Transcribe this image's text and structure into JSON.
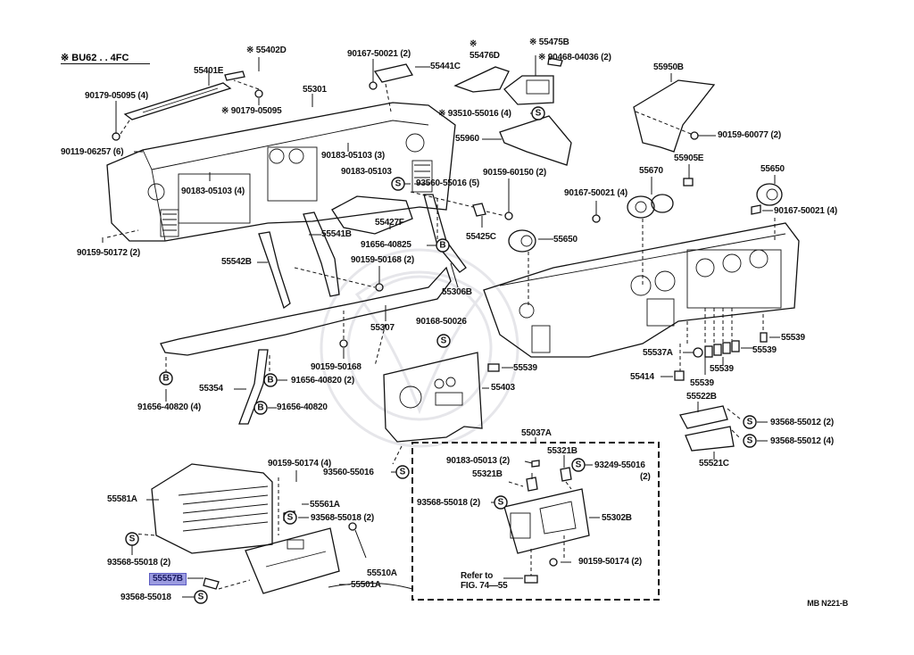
{
  "diagram": {
    "header_note": "※ BU62 . . 4FC",
    "figure_code": "MB N221-B",
    "highlighted_part": "55557B",
    "labels": [
      {
        "id": "l-55402d",
        "text": "※ 55402D"
      },
      {
        "id": "l-55401e",
        "text": "55401E"
      },
      {
        "id": "l-90179-05095-4",
        "text": "90179-05095 (4)"
      },
      {
        "id": "l-90179-05095",
        "text": "※ 90179-05095"
      },
      {
        "id": "l-90119-06257",
        "text": "90119-06257 (6)"
      },
      {
        "id": "l-55301",
        "text": "55301"
      },
      {
        "id": "l-90183-05103-3",
        "text": "90183-05103 (3)"
      },
      {
        "id": "l-90183-05103-4",
        "text": "90183-05103 (4)"
      },
      {
        "id": "l-90183-05103",
        "text": "90183-05103"
      },
      {
        "id": "l-90159-50172",
        "text": "90159-50172 (2)"
      },
      {
        "id": "l-90167-50021-2",
        "text": "90167-50021 (2)"
      },
      {
        "id": "l-55441c",
        "text": "55441C"
      },
      {
        "id": "l-55476d-mark",
        "text": "※"
      },
      {
        "id": "l-55476d",
        "text": "55476D"
      },
      {
        "id": "l-55475b",
        "text": "※ 55475B"
      },
      {
        "id": "l-90468-04036",
        "text": "※ 90468-04036 (2)"
      },
      {
        "id": "l-93510-55016",
        "text": "※ 93510-55016 (4)"
      },
      {
        "id": "l-55960",
        "text": "55960"
      },
      {
        "id": "l-55950b",
        "text": "55950B"
      },
      {
        "id": "l-90159-60077",
        "text": "90159-60077 (2)"
      },
      {
        "id": "l-55905e",
        "text": "55905E"
      },
      {
        "id": "l-55670",
        "text": "55670"
      },
      {
        "id": "l-55650-top",
        "text": "55650"
      },
      {
        "id": "l-90167-50021-4a",
        "text": "90167-50021 (4)"
      },
      {
        "id": "l-90167-50021-4b",
        "text": "90167-50021 (4)"
      },
      {
        "id": "l-93560-55016-5",
        "text": "93560-55016 (5)"
      },
      {
        "id": "l-90159-60150",
        "text": "90159-60150 (2)"
      },
      {
        "id": "l-55427f",
        "text": "55427F"
      },
      {
        "id": "l-55541b",
        "text": "55541B"
      },
      {
        "id": "l-91656-40825",
        "text": "91656-40825"
      },
      {
        "id": "l-90159-50168-2",
        "text": "90159-50168 (2)"
      },
      {
        "id": "l-55425c",
        "text": "55425C"
      },
      {
        "id": "l-55650-mid",
        "text": "55650"
      },
      {
        "id": "l-55306b",
        "text": "55306B"
      },
      {
        "id": "l-55542b",
        "text": "55542B"
      },
      {
        "id": "l-55307",
        "text": "55307"
      },
      {
        "id": "l-90168-50026",
        "text": "90168-50026"
      },
      {
        "id": "l-90159-50168",
        "text": "90159-50168"
      },
      {
        "id": "l-55539-a",
        "text": "55539"
      },
      {
        "id": "l-55403",
        "text": "55403"
      },
      {
        "id": "l-55354",
        "text": "55354"
      },
      {
        "id": "l-91656-40820-2",
        "text": "91656-40820 (2)"
      },
      {
        "id": "l-91656-40820-4",
        "text": "91656-40820 (4)"
      },
      {
        "id": "l-91656-40820",
        "text": "91656-40820"
      },
      {
        "id": "l-55539-b",
        "text": "55539"
      },
      {
        "id": "l-55537a",
        "text": "55537A"
      },
      {
        "id": "l-55539-c",
        "text": "55539"
      },
      {
        "id": "l-55539-d",
        "text": "55539"
      },
      {
        "id": "l-55414",
        "text": "55414"
      },
      {
        "id": "l-55539-e",
        "text": "55539"
      },
      {
        "id": "l-55522b",
        "text": "55522B"
      },
      {
        "id": "l-93568-55012-2",
        "text": "93568-55012 (2)"
      },
      {
        "id": "l-93568-55012-4",
        "text": "93568-55012 (4)"
      },
      {
        "id": "l-55521c",
        "text": "55521C"
      },
      {
        "id": "l-55037a",
        "text": "55037A"
      },
      {
        "id": "l-90159-50174-4",
        "text": "90159-50174 (4)"
      },
      {
        "id": "l-93560-55016",
        "text": "93560-55016"
      },
      {
        "id": "l-55581a",
        "text": "55581A"
      },
      {
        "id": "l-55561a",
        "text": "55561A"
      },
      {
        "id": "l-93568-55018-2a",
        "text": "93568-55018 (2)"
      },
      {
        "id": "l-93568-55018-2b",
        "text": "93568-55018 (2)"
      },
      {
        "id": "l-55510a",
        "text": "55510A"
      },
      {
        "id": "l-55501a",
        "text": "55501A"
      },
      {
        "id": "l-55557b",
        "text": "55557B"
      },
      {
        "id": "l-93568-55018",
        "text": "93568-55018"
      },
      {
        "id": "l-90183-05013",
        "text": "90183-05013 (2)"
      },
      {
        "id": "l-55321b-a",
        "text": "55321B"
      },
      {
        "id": "l-55321b-b",
        "text": "55321B"
      },
      {
        "id": "l-93249-55016",
        "text": "93249-55016"
      },
      {
        "id": "l-93249-55016-qty",
        "text": "(2)"
      },
      {
        "id": "l-93568-55018-2c",
        "text": "93568-55018 (2)"
      },
      {
        "id": "l-55302b",
        "text": "55302B"
      },
      {
        "id": "l-90159-50174-2",
        "text": "90159-50174 (2)"
      },
      {
        "id": "l-refer-1",
        "text": "Refer to"
      },
      {
        "id": "l-refer-2",
        "text": "FIG. 74—55"
      }
    ],
    "symbols": {
      "screw": "S",
      "bolt": "B"
    }
  }
}
